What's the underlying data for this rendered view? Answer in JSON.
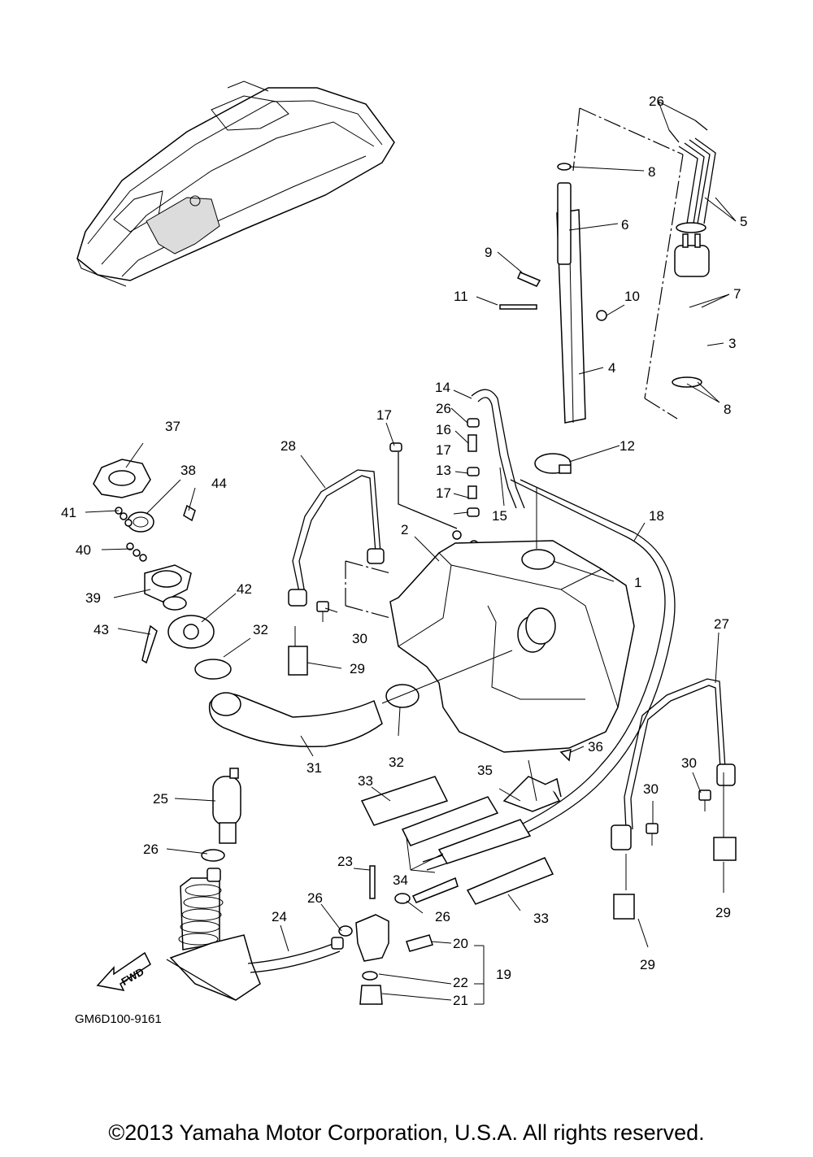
{
  "diagram": {
    "code": "GM6D100-9161",
    "fwd_label": "FWD",
    "copyright": "©2013 Yamaha Motor Corporation, U.S.A. All rights reserved.",
    "callouts": [
      "1",
      "2",
      "3",
      "4",
      "5",
      "6",
      "7",
      "8",
      "8",
      "9",
      "10",
      "11",
      "12",
      "13",
      "14",
      "15",
      "16",
      "17",
      "17",
      "17",
      "18",
      "19",
      "20",
      "21",
      "22",
      "23",
      "24",
      "25",
      "26",
      "26",
      "26",
      "26",
      "26",
      "27",
      "28",
      "29",
      "29",
      "29",
      "30",
      "30",
      "30",
      "31",
      "32",
      "32",
      "33",
      "33",
      "34",
      "35",
      "36",
      "37",
      "38",
      "39",
      "40",
      "41",
      "42",
      "43",
      "44"
    ]
  }
}
